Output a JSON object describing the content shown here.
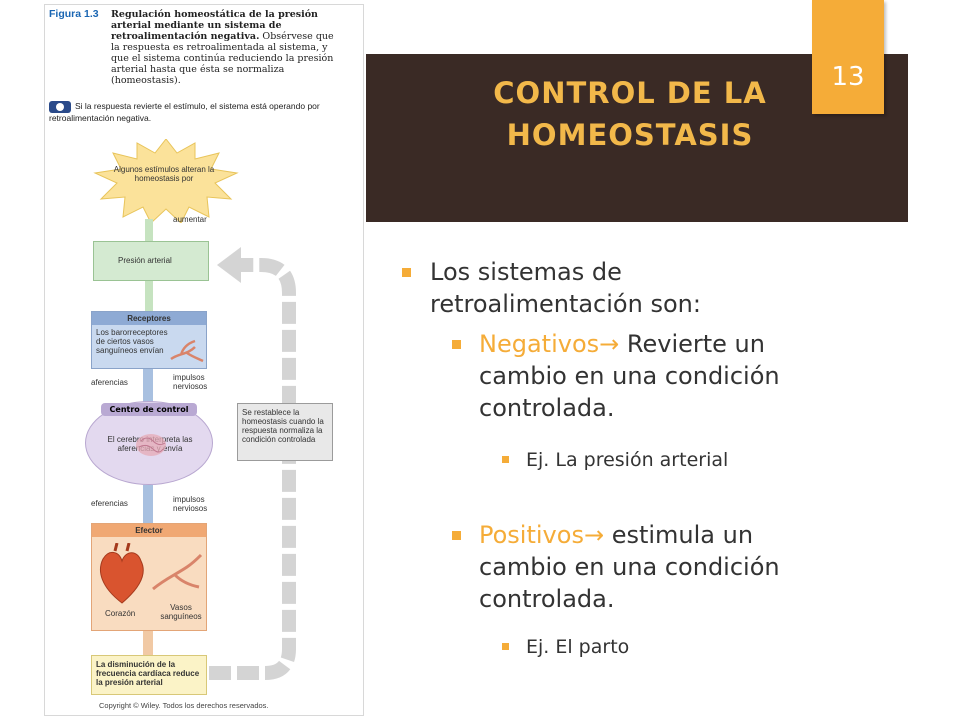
{
  "slide": {
    "title_line1": "CONTROL DE LA",
    "title_line2": "HOMEOSTASIS",
    "number": "13"
  },
  "content": {
    "l1_line1": "Los sistemas de",
    "l1_line2": "retroalimentación son:",
    "neg_word": "Negativos",
    "neg_line1_rest": " Revierte un",
    "neg_line2": "cambio en una condición",
    "neg_line3": "controlada.",
    "neg_example": "Ej. La presión arterial",
    "pos_word": "Positivos",
    "pos_line1_rest": " estimula un",
    "pos_line2": "cambio en una condición",
    "pos_line3": "controlada.",
    "pos_example": "Ej. El parto",
    "arrow": "→"
  },
  "figure": {
    "label": "Figura 1.3",
    "caption_bold": "Regulación homeostática de la presión arterial mediante un sistema de retroalimentación negativa.",
    "caption": "Obsérvese que la respuesta es retroalimentada al sistema, y que el sistema continúa reduciendo la presión arterial hasta que ésta se normaliza (homeostasis).",
    "note": "Si la respuesta revierte el estímulo, el sistema está operando por retroalimentación negativa.",
    "stimulus": "Algunos estímulos alteran la homeostasis por",
    "increase": "aumentar",
    "controlled_var": "Presión arterial",
    "receptors_title": "Receptores",
    "receptors_text": "Los barorreceptores de ciertos vasos sanguíneos envían",
    "afferents": "aferencias",
    "nerve_impulses_1": "impulsos nerviosos",
    "control_title": "Centro de control",
    "control_text": "El cerebro interpreta las aferencias y envía",
    "efferents": "eferencias",
    "nerve_impulses_2": "impulsos nerviosos",
    "effector_title": "Efector",
    "heart": "Corazón",
    "vessels": "Vasos sanguíneos",
    "response": "La disminución de la frecuencia cardíaca reduce la presión arterial",
    "restore": "Se restablece la homeostasis cuando la respuesta normaliza la condición controlada",
    "copyright": "Copyright © Wiley. Todos los derechos reservados."
  },
  "colors": {
    "accent": "#f5ac38",
    "banner": "#3a2a25",
    "text": "#333333"
  }
}
